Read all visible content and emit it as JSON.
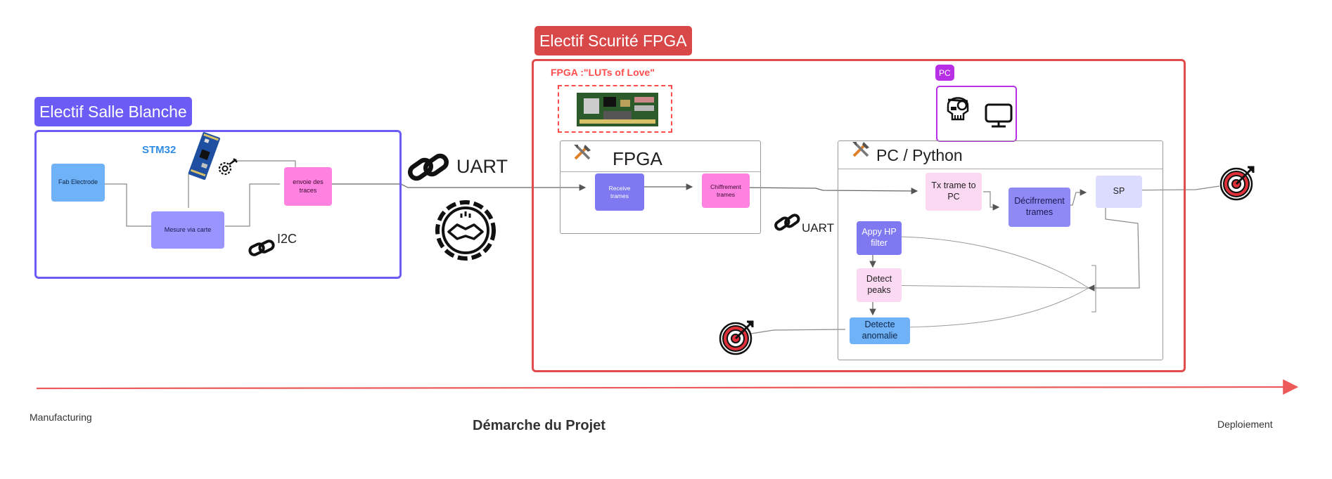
{
  "salle_blanche": {
    "tag": "Electif Salle Blanche",
    "stm32_label": "STM32",
    "fab_electrode": "Fab Electrode",
    "mesure": "Mesure via carte",
    "envoie": "envoie des traces",
    "i2c": "I2C"
  },
  "middle": {
    "uart_label": "UART"
  },
  "fpga_section": {
    "tag": "Electif Scurité FPGA",
    "board_title": "FPGA :\"LUTs of Love\"",
    "fpga_title": "FPGA",
    "receive": "Receive trames",
    "chiffrement": "Chiffrement trames",
    "uart_label": "UART",
    "pc_tag": "PC",
    "pc_title": "PC / Python",
    "tx_trame": "Tx trame  to PC",
    "dechiffrement": "Décifrrement trames",
    "sp": "SP",
    "hp_filter": "Appy HP filter",
    "detect_peaks": "Detect peaks",
    "detecte_anomalie": "Detecte anomalie"
  },
  "timeline": {
    "left": "Manufacturing",
    "center": "Démarche du Projet",
    "right": "Deploiement"
  },
  "colors": {
    "blue_frame": "#6a5cf4",
    "red_frame": "#e04b4b",
    "purple_node": "#9a94ff",
    "pink_node": "#ff82e0",
    "blue_node": "#6fb2f8",
    "arrow_red": "#ec5a5a"
  }
}
